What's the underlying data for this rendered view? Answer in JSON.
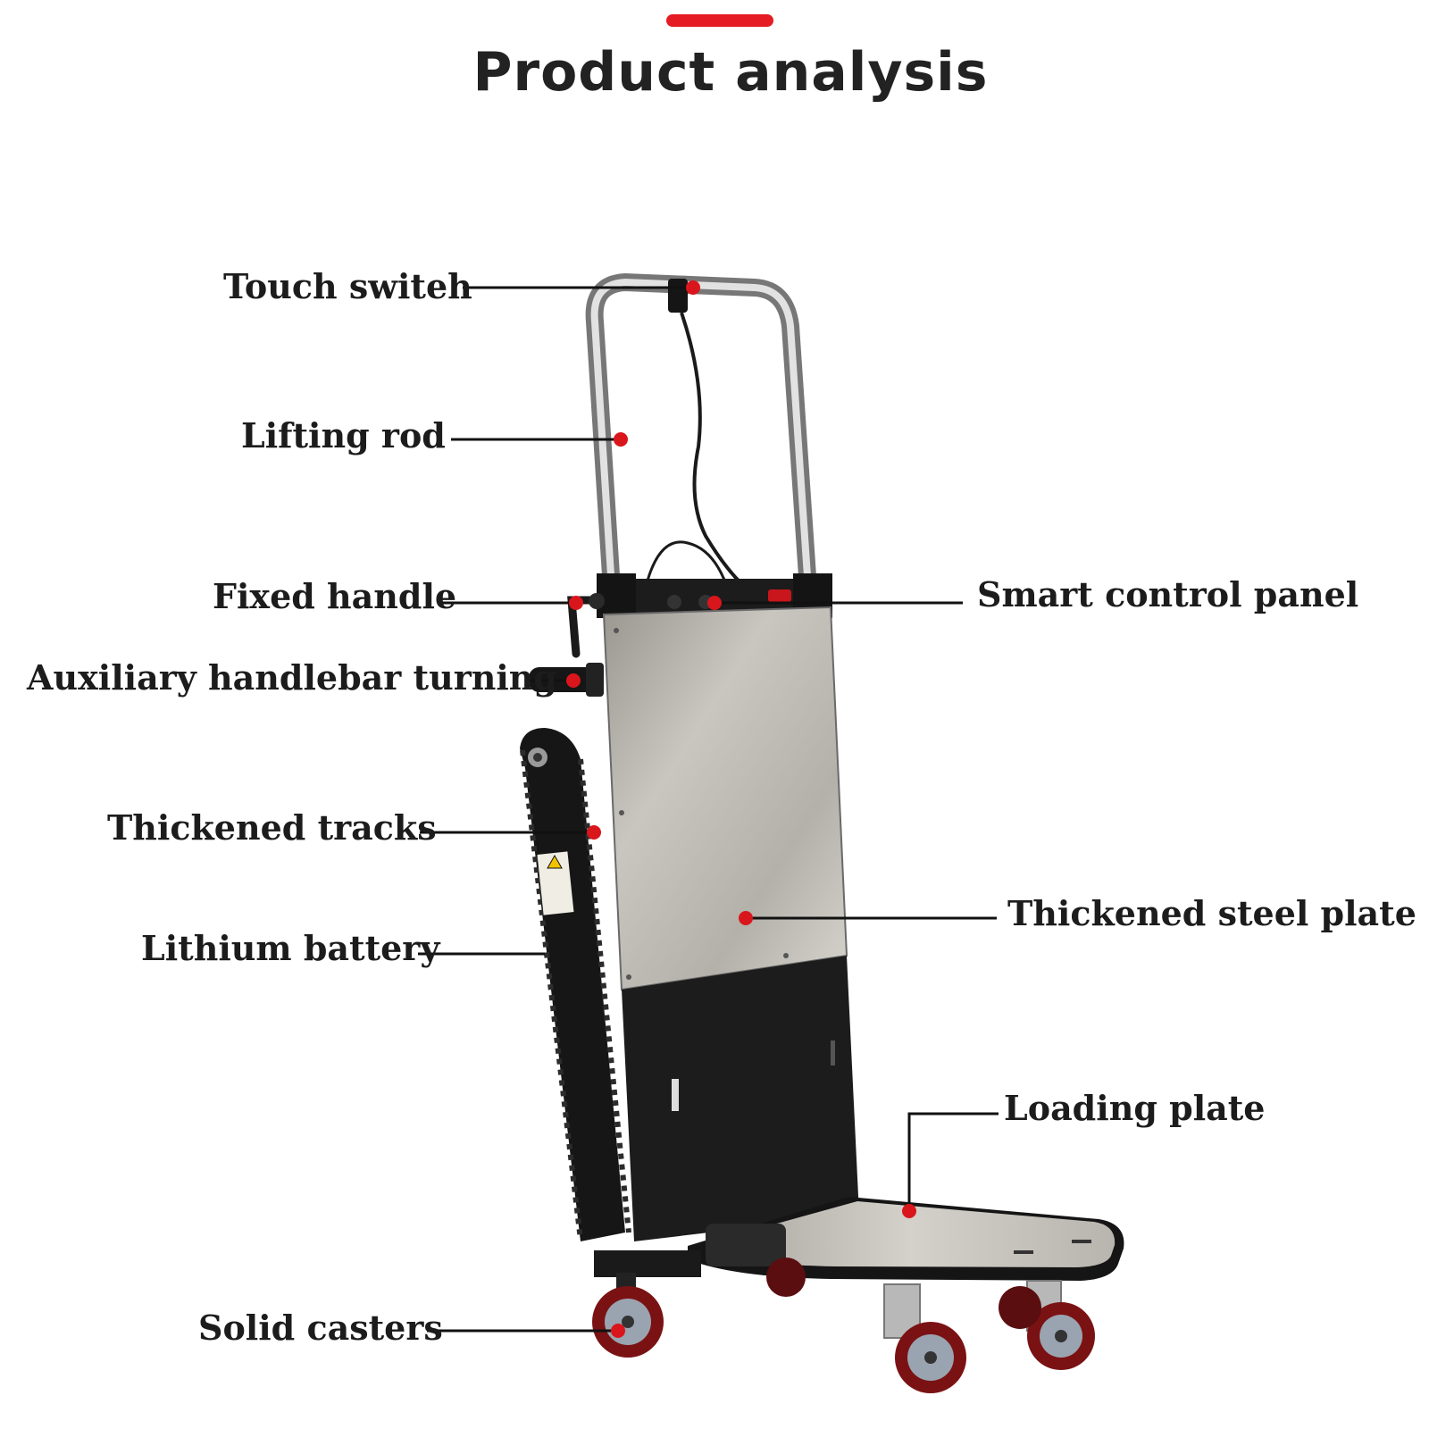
{
  "title": "Product analysis",
  "colors": {
    "accent": "#e51c23",
    "marker": "#d9161c",
    "leader_line": "#111111",
    "text": "#1c1c1c"
  },
  "product": {
    "name_icon": "electric-stair-climbing-hand-truck-illustration"
  },
  "callouts": {
    "touch_switch": "Touch switeh",
    "lifting_rod": "Lifting rod",
    "fixed_handle": "Fixed handle",
    "auxiliary_handlebar": "Auxiliary handlebar turning",
    "thickened_tracks": "Thickened tracks",
    "lithium_battery": "Lithium battery",
    "solid_casters": "Solid casters",
    "smart_control_panel": "Smart control panel",
    "thickened_steel_plate": "Thickened steel plate",
    "loading_plate": "Loading plate"
  }
}
